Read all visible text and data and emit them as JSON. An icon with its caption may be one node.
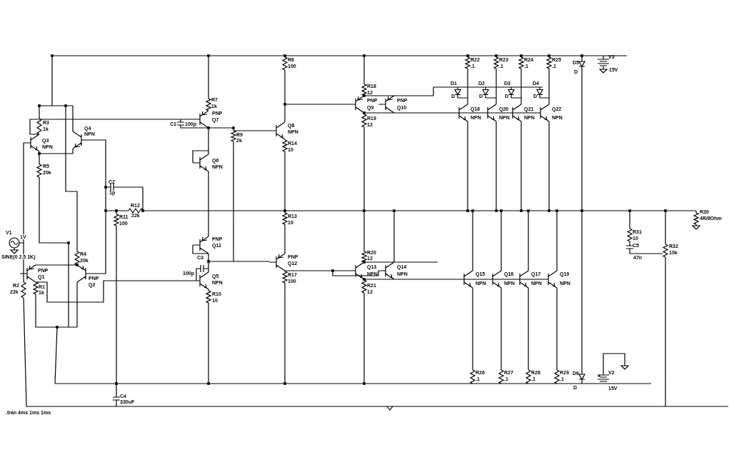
{
  "diagram": {
    "labels": [
      "R3",
      "1k",
      "Q3",
      "NPN",
      "Q4",
      "NPN",
      "R5",
      "20k",
      "R7",
      "1k",
      "PNP",
      "Q7",
      "C1",
      "100p",
      "R9",
      "2k",
      "Q6",
      "NPN",
      "C2",
      "1p",
      "R12",
      "22k",
      "R11",
      "100",
      "V1",
      "1V",
      "SINE(0 2.5 1K)",
      "R4",
      "20k",
      "PNP",
      "Q1",
      "PNP",
      "Q2",
      "R1",
      "1k",
      "R2",
      "22k",
      "PNP",
      "Q11",
      "C3",
      "100p",
      "Q5",
      "NPN",
      "R10",
      "10",
      "C4",
      "330uF",
      ".tran 4ms 1ms 1ms",
      "R6",
      "100",
      "Q8",
      "NPN",
      "R14",
      "10",
      "R13",
      "10",
      "PNP",
      "Q12",
      "R17",
      "100",
      "R18",
      "12",
      "PNP",
      "Q9",
      "PNP",
      "Q10",
      "R19",
      "12",
      "R20",
      "12",
      "Q13",
      "NPN",
      "Q14",
      "NPN",
      "R21",
      "12",
      "R22",
      ".1",
      "R23",
      ".1",
      "R24",
      ".1",
      "R25",
      ".1",
      "D1",
      "D",
      "D2",
      "D",
      "D3",
      "D",
      "D4",
      "D",
      "Q16",
      "NPN",
      "Q20",
      "NPN",
      "Q21",
      "NPN",
      "Q22",
      "NPN",
      "D5",
      "D",
      "V3",
      "15V",
      "Q15",
      "NPN",
      "Q18",
      "NPN",
      "Q17",
      "NPN",
      "Q19",
      "NPN",
      "R26",
      ".1",
      "R27",
      ".1",
      "R28",
      ".1",
      "R29",
      ".1",
      "D6",
      "D",
      "+",
      "V2",
      "15V",
      "R30",
      "4R/8Ohm",
      "R31",
      "10",
      "C5",
      "47n",
      "R32",
      "10k"
    ]
  }
}
